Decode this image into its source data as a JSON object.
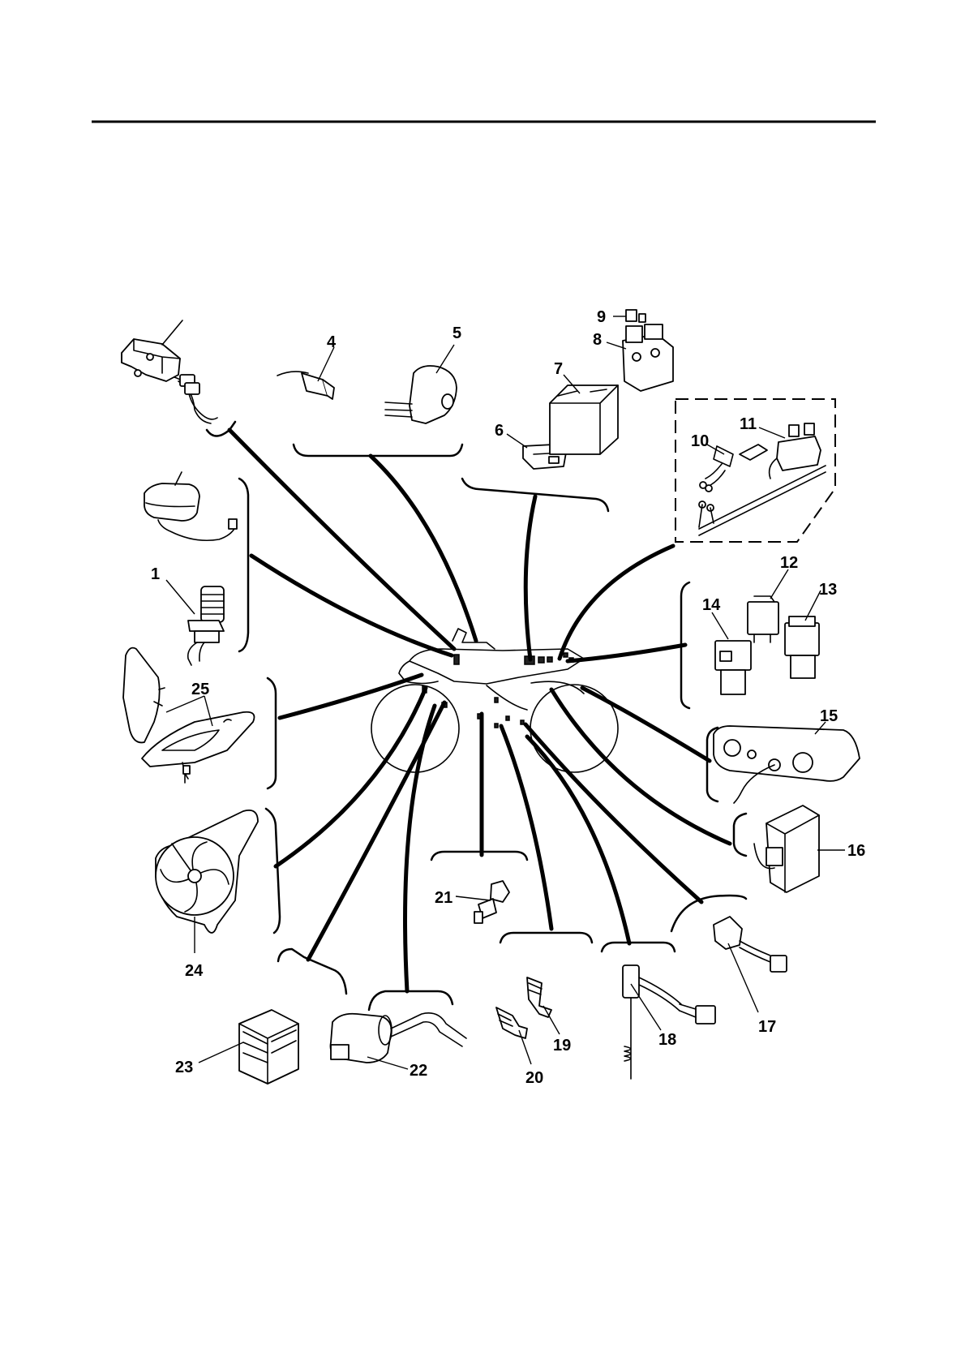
{
  "diagram": {
    "callouts": [
      {
        "id": "c1",
        "label": "1"
      },
      {
        "id": "c4",
        "label": "4"
      },
      {
        "id": "c5",
        "label": "5"
      },
      {
        "id": "c6",
        "label": "6"
      },
      {
        "id": "c7",
        "label": "7"
      },
      {
        "id": "c8",
        "label": "8"
      },
      {
        "id": "c9",
        "label": "9"
      },
      {
        "id": "c10",
        "label": "10"
      },
      {
        "id": "c11",
        "label": "11"
      },
      {
        "id": "c12",
        "label": "12"
      },
      {
        "id": "c13",
        "label": "13"
      },
      {
        "id": "c14",
        "label": "14"
      },
      {
        "id": "c15",
        "label": "15"
      },
      {
        "id": "c16",
        "label": "16"
      },
      {
        "id": "c17",
        "label": "17"
      },
      {
        "id": "c18",
        "label": "18"
      },
      {
        "id": "c19",
        "label": "19"
      },
      {
        "id": "c20",
        "label": "20"
      },
      {
        "id": "c21",
        "label": "21"
      },
      {
        "id": "c22",
        "label": "22"
      },
      {
        "id": "c23",
        "label": "23"
      },
      {
        "id": "c24",
        "label": "24"
      },
      {
        "id": "c25",
        "label": "25"
      }
    ]
  }
}
